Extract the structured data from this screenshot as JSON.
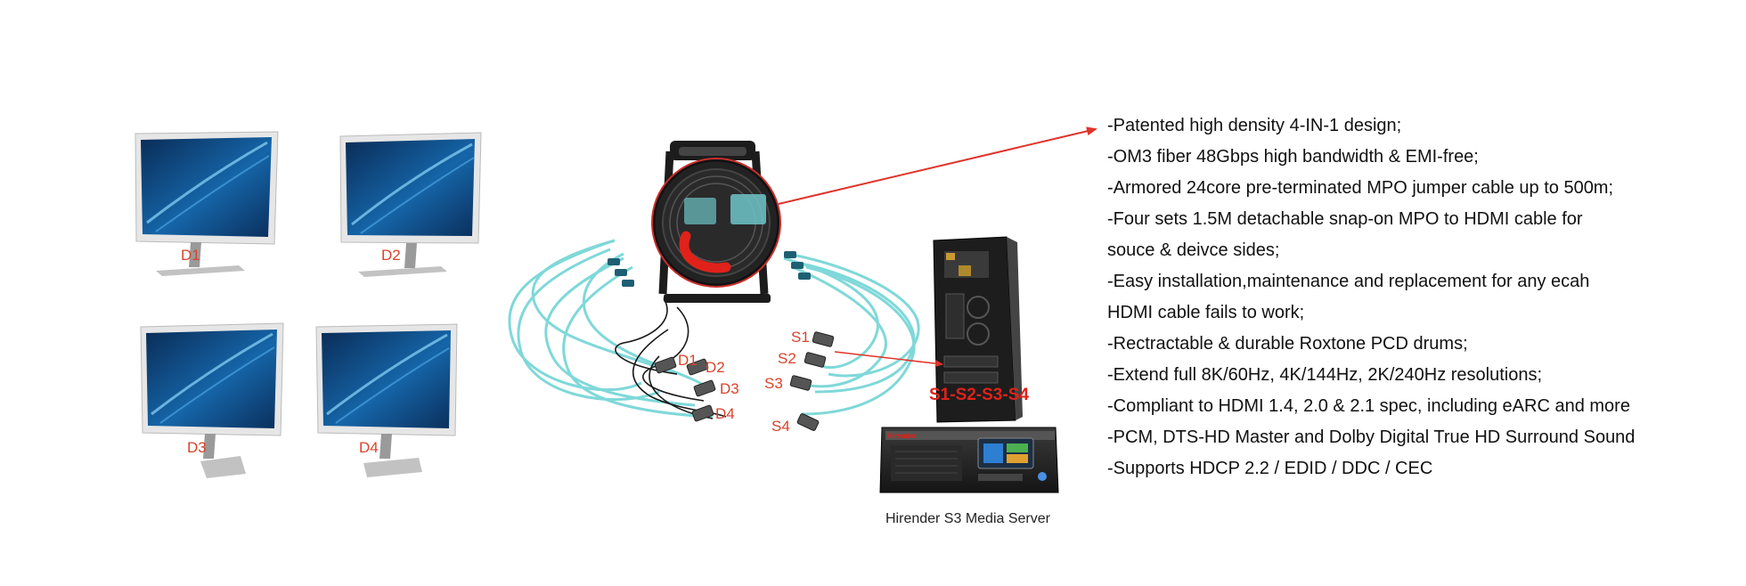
{
  "monitors": [
    {
      "label": "D1"
    },
    {
      "label": "D2"
    },
    {
      "label": "D3"
    },
    {
      "label": "D4"
    }
  ],
  "cable_labels": {
    "display_side": [
      "D1",
      "D2",
      "D3",
      "D4"
    ],
    "source_side": [
      "S1",
      "S2",
      "S3",
      "S4"
    ]
  },
  "server": {
    "port_label": "S1-S2-S3-S4",
    "brand": "Hirender",
    "caption": "Hirender S3 Media Server"
  },
  "features": [
    "-Patented high density 4-IN-1 design;",
    "-OM3 fiber 48Gbps high bandwidth & EMI-free;",
    "-Armored 24core pre-terminated MPO jumper cable up to 500m;",
    "-Four sets 1.5M detachable snap-on MPO to HDMI cable for",
    "souce & deivce sides;",
    "-Easy installation,maintenance and replacement for any ecah",
    "HDMI cable fails to work;",
    "-Rectractable & durable Roxtone PCD drums;",
    "-Extend full 8K/60Hz, 4K/144Hz, 2K/240Hz resolutions;",
    "-Compliant to HDMI 1.4, 2.0 & 2.1 spec, including eARC and more",
    "-PCM, DTS-HD Master and Dolby Digital True HD Surround Sound",
    "-Supports HDCP 2.2 / EDID / DDC / CEC"
  ],
  "colors": {
    "label_red": "#d9432b",
    "arrow_red": "#e0332a",
    "cable_aqua": "#7fd8d9",
    "drum_black": "#1c1c1c"
  }
}
